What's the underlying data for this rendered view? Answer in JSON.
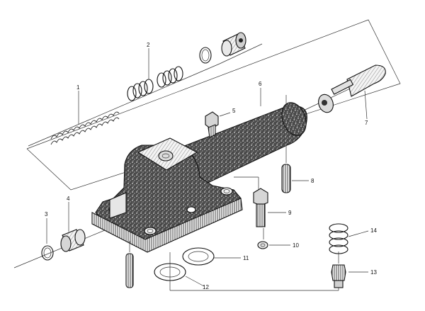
{
  "diagram": {
    "callouts": [
      {
        "id": "c1",
        "number": "1"
      },
      {
        "id": "c2",
        "number": "2"
      },
      {
        "id": "c3",
        "number": "3"
      },
      {
        "id": "c4",
        "number": "4"
      },
      {
        "id": "c5",
        "number": "5"
      },
      {
        "id": "c6",
        "number": "6"
      },
      {
        "id": "c7",
        "number": "7"
      },
      {
        "id": "c8",
        "number": "8"
      },
      {
        "id": "c9",
        "number": "9"
      },
      {
        "id": "c10",
        "number": "10"
      },
      {
        "id": "c11",
        "number": "11"
      },
      {
        "id": "c12",
        "number": "12"
      },
      {
        "id": "c13",
        "number": "13"
      },
      {
        "id": "c14",
        "number": "14"
      }
    ]
  }
}
